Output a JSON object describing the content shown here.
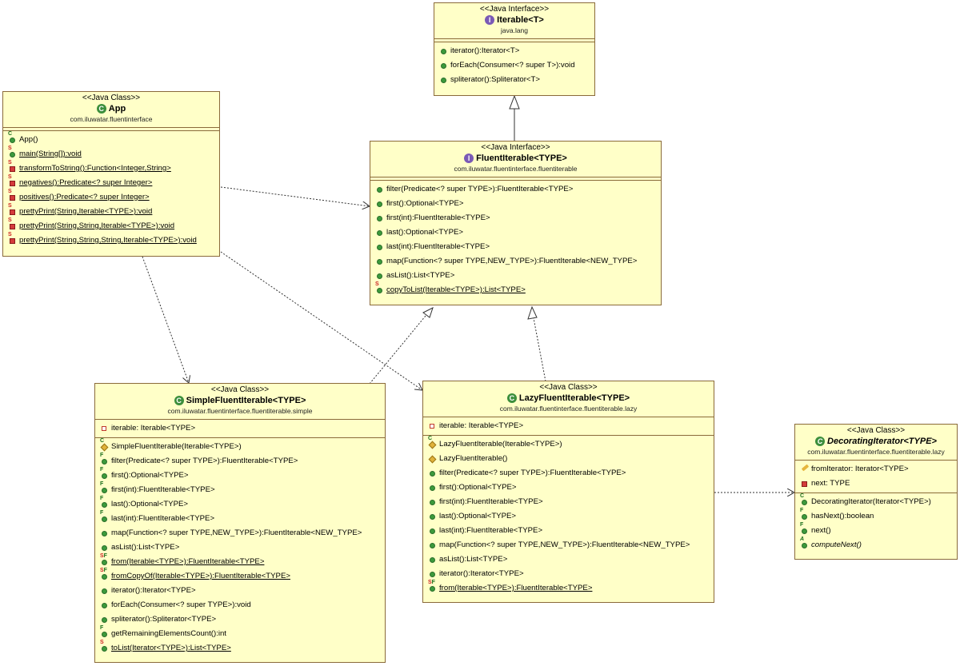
{
  "classes": {
    "iterable": {
      "stereotype": "<<Java Interface>>",
      "name": "Iterable<T>",
      "package": "java.lang",
      "kind": "interface",
      "methods": [
        {
          "text": "iterator():Iterator<T>"
        },
        {
          "text": "forEach(Consumer<? super T>):void"
        },
        {
          "text": "spliterator():Spliterator<T>"
        }
      ]
    },
    "app": {
      "stereotype": "<<Java Class>>",
      "name": "App",
      "package": "com.iluwatar.fluentinterface",
      "kind": "class",
      "methods": [
        {
          "text": "App()",
          "mod": "c"
        },
        {
          "text": "main(String[]):void",
          "mod": "s",
          "underline": true
        },
        {
          "text": "transformToString():Function<Integer,String>",
          "vis": "private",
          "mod": "s",
          "underline": true
        },
        {
          "text": "negatives():Predicate<? super Integer>",
          "vis": "private",
          "mod": "s",
          "underline": true
        },
        {
          "text": "positives():Predicate<? super Integer>",
          "vis": "private",
          "mod": "s",
          "underline": true
        },
        {
          "text": "prettyPrint(String,Iterable<TYPE>):void",
          "vis": "private",
          "mod": "s",
          "underline": true
        },
        {
          "text": "prettyPrint(String,String,Iterable<TYPE>):void",
          "vis": "private",
          "mod": "s",
          "underline": true
        },
        {
          "text": "prettyPrint(String,String,String,Iterable<TYPE>):void",
          "vis": "private",
          "mod": "s",
          "underline": true
        }
      ]
    },
    "fluent": {
      "stereotype": "<<Java Interface>>",
      "name": "FluentIterable<TYPE>",
      "package": "com.iluwatar.fluentinterface.fluentiterable",
      "kind": "interface",
      "methods": [
        {
          "text": "filter(Predicate<? super TYPE>):FluentIterable<TYPE>"
        },
        {
          "text": "first():Optional<TYPE>"
        },
        {
          "text": "first(int):FluentIterable<TYPE>"
        },
        {
          "text": "last():Optional<TYPE>"
        },
        {
          "text": "last(int):FluentIterable<TYPE>"
        },
        {
          "text": "map(Function<? super TYPE,NEW_TYPE>):FluentIterable<NEW_TYPE>"
        },
        {
          "text": "asList():List<TYPE>"
        },
        {
          "text": "copyToList(Iterable<TYPE>):List<TYPE>",
          "mod": "s",
          "underline": true
        }
      ]
    },
    "simple": {
      "stereotype": "<<Java Class>>",
      "name": "SimpleFluentIterable<TYPE>",
      "package": "com.iluwatar.fluentinterface.fluentiterable.simple",
      "kind": "class",
      "fields": [
        {
          "text": "iterable: Iterable<TYPE>",
          "vis": "private-final"
        }
      ],
      "methods": [
        {
          "text": "SimpleFluentIterable(Iterable<TYPE>)",
          "vis": "protected",
          "mod": "c"
        },
        {
          "text": "filter(Predicate<? super TYPE>):FluentIterable<TYPE>",
          "mod": "f"
        },
        {
          "text": "first():Optional<TYPE>",
          "mod": "f"
        },
        {
          "text": "first(int):FluentIterable<TYPE>",
          "mod": "f"
        },
        {
          "text": "last():Optional<TYPE>",
          "mod": "f"
        },
        {
          "text": "last(int):FluentIterable<TYPE>",
          "mod": "f"
        },
        {
          "text": "map(Function<? super TYPE,NEW_TYPE>):FluentIterable<NEW_TYPE>"
        },
        {
          "text": "asList():List<TYPE>"
        },
        {
          "text": "from(Iterable<TYPE>):FluentIterable<TYPE>",
          "mod": "sf",
          "underline": true
        },
        {
          "text": "fromCopyOf(Iterable<TYPE>):FluentIterable<TYPE>",
          "mod": "sf",
          "underline": true
        },
        {
          "text": "iterator():Iterator<TYPE>"
        },
        {
          "text": "forEach(Consumer<? super TYPE>):void"
        },
        {
          "text": "spliterator():Spliterator<TYPE>"
        },
        {
          "text": "getRemainingElementsCount():int",
          "mod": "f"
        },
        {
          "text": "toList(Iterator<TYPE>):List<TYPE>",
          "mod": "s",
          "underline": true
        }
      ]
    },
    "lazy": {
      "stereotype": "<<Java Class>>",
      "name": "LazyFluentIterable<TYPE>",
      "package": "com.iluwatar.fluentinterface.fluentiterable.lazy",
      "kind": "class",
      "fields": [
        {
          "text": "iterable: Iterable<TYPE>",
          "vis": "private-final"
        }
      ],
      "methods": [
        {
          "text": "LazyFluentIterable(Iterable<TYPE>)",
          "vis": "protected",
          "mod": "c"
        },
        {
          "text": "LazyFluentIterable()",
          "vis": "protected",
          "mod": ""
        },
        {
          "text": "filter(Predicate<? super TYPE>):FluentIterable<TYPE>"
        },
        {
          "text": "first():Optional<TYPE>"
        },
        {
          "text": "first(int):FluentIterable<TYPE>"
        },
        {
          "text": "last():Optional<TYPE>"
        },
        {
          "text": "last(int):FluentIterable<TYPE>"
        },
        {
          "text": "map(Function<? super TYPE,NEW_TYPE>):FluentIterable<NEW_TYPE>"
        },
        {
          "text": "asList():List<TYPE>"
        },
        {
          "text": "iterator():Iterator<TYPE>"
        },
        {
          "text": "from(Iterable<TYPE>):FluentIterable<TYPE>",
          "mod": "sf",
          "underline": true
        }
      ]
    },
    "decorating": {
      "stereotype": "<<Java Class>>",
      "name": "DecoratingIterator<TYPE>",
      "package": "com.iluwatar.fluentinterface.fluentiterable.lazy",
      "kind": "abstract-class",
      "fields": [
        {
          "text": "fromIterator: Iterator<TYPE>",
          "vis": "protected-final"
        },
        {
          "text": "next: TYPE",
          "vis": "private"
        }
      ],
      "methods": [
        {
          "text": "DecoratingIterator(Iterator<TYPE>)",
          "mod": "c"
        },
        {
          "text": "hasNext():boolean",
          "mod": "f"
        },
        {
          "text": "next()",
          "mod": "f"
        },
        {
          "text": "computeNext()",
          "mod": "a",
          "italic": true
        }
      ]
    }
  }
}
